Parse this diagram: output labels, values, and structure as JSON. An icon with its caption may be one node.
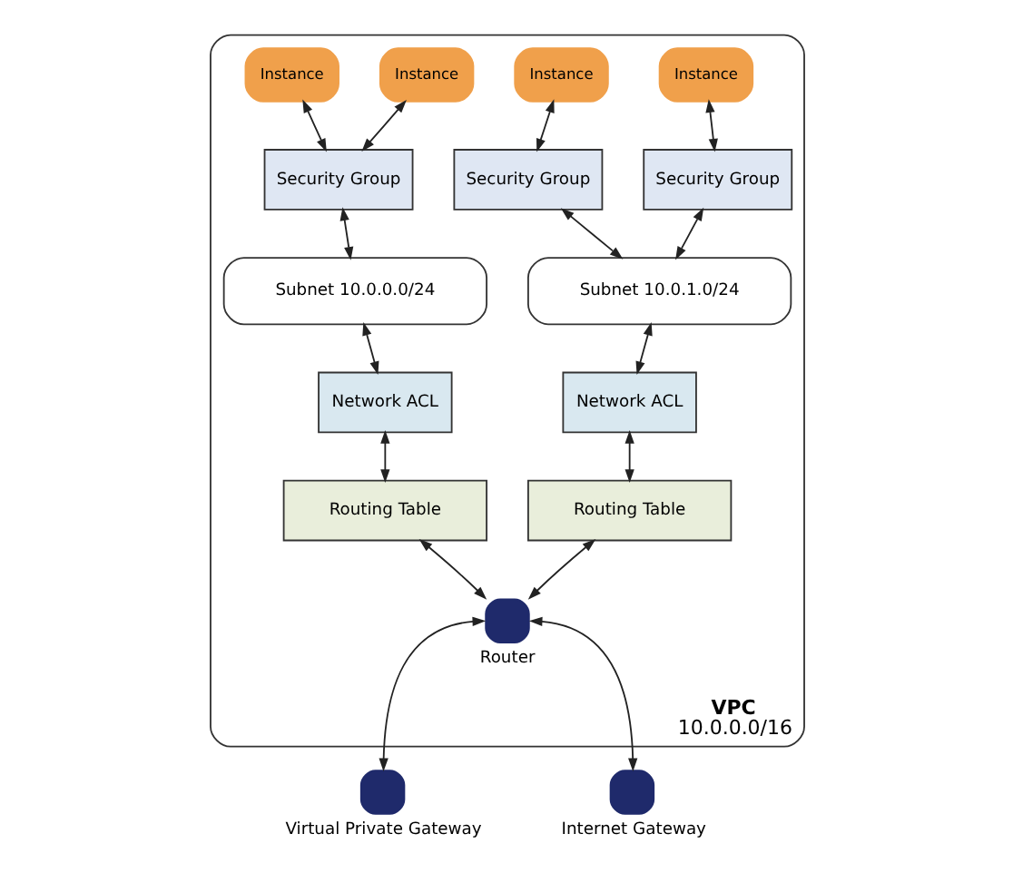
{
  "diagram": {
    "nodes": [
      {
        "text": [
          "VPC",
          "10.0.0.0/16"
        ]
      },
      {
        "text": [
          "Instance"
        ],
        "in": 0
      },
      {
        "text": [
          "Instance"
        ],
        "in": 0
      },
      {
        "text": [
          "Instance"
        ],
        "in": 0
      },
      {
        "text": [
          "Instance"
        ],
        "in": 0
      },
      {
        "text": [
          "Security Group"
        ],
        "in": 0
      },
      {
        "text": [
          "Security Group"
        ],
        "in": 0
      },
      {
        "text": [
          "Security Group"
        ],
        "in": 0
      },
      {
        "text": [
          "Subnet 10.0.0.0/24"
        ],
        "in": 0
      },
      {
        "text": [
          "Subnet 10.0.1.0/24"
        ],
        "in": 0
      },
      {
        "text": [
          "Network ACL"
        ],
        "in": 0
      },
      {
        "text": [
          "Network ACL"
        ],
        "in": 0
      },
      {
        "text": [
          "Routing Table"
        ],
        "in": 0
      },
      {
        "text": [
          "Routing Table"
        ],
        "in": 0
      },
      {
        "text": [],
        "shape": "circle",
        "beside": [
          "Router"
        ],
        "in": 0
      },
      {
        "text": [],
        "shape": "circle",
        "beside": [
          "Virtual Private Gateway"
        ]
      },
      {
        "text": [],
        "shape": "circle",
        "beside": [
          "Internet Gateway"
        ]
      }
    ],
    "edges": [
      {
        "from": 1,
        "to": 5,
        "arrow": "both"
      },
      {
        "from": 2,
        "to": 5,
        "arrow": "both"
      },
      {
        "from": 3,
        "to": 6,
        "arrow": "both"
      },
      {
        "from": 4,
        "to": 7,
        "arrow": "both"
      },
      {
        "from": 5,
        "to": 8,
        "arrow": "both"
      },
      {
        "from": 6,
        "to": 9,
        "arrow": "both"
      },
      {
        "from": 7,
        "to": 9,
        "arrow": "both"
      },
      {
        "from": 8,
        "to": 10,
        "arrow": "both"
      },
      {
        "from": 9,
        "to": 11,
        "arrow": "both"
      },
      {
        "from": 10,
        "to": 12,
        "arrow": "both"
      },
      {
        "from": 11,
        "to": 13,
        "arrow": "both"
      },
      {
        "from": 12,
        "to": 14,
        "arrow": "both"
      },
      {
        "from": 13,
        "to": 14,
        "arrow": "both"
      },
      {
        "from": 14,
        "to": 15,
        "arrow": "both"
      },
      {
        "from": 14,
        "to": 16,
        "arrow": "both"
      }
    ]
  }
}
